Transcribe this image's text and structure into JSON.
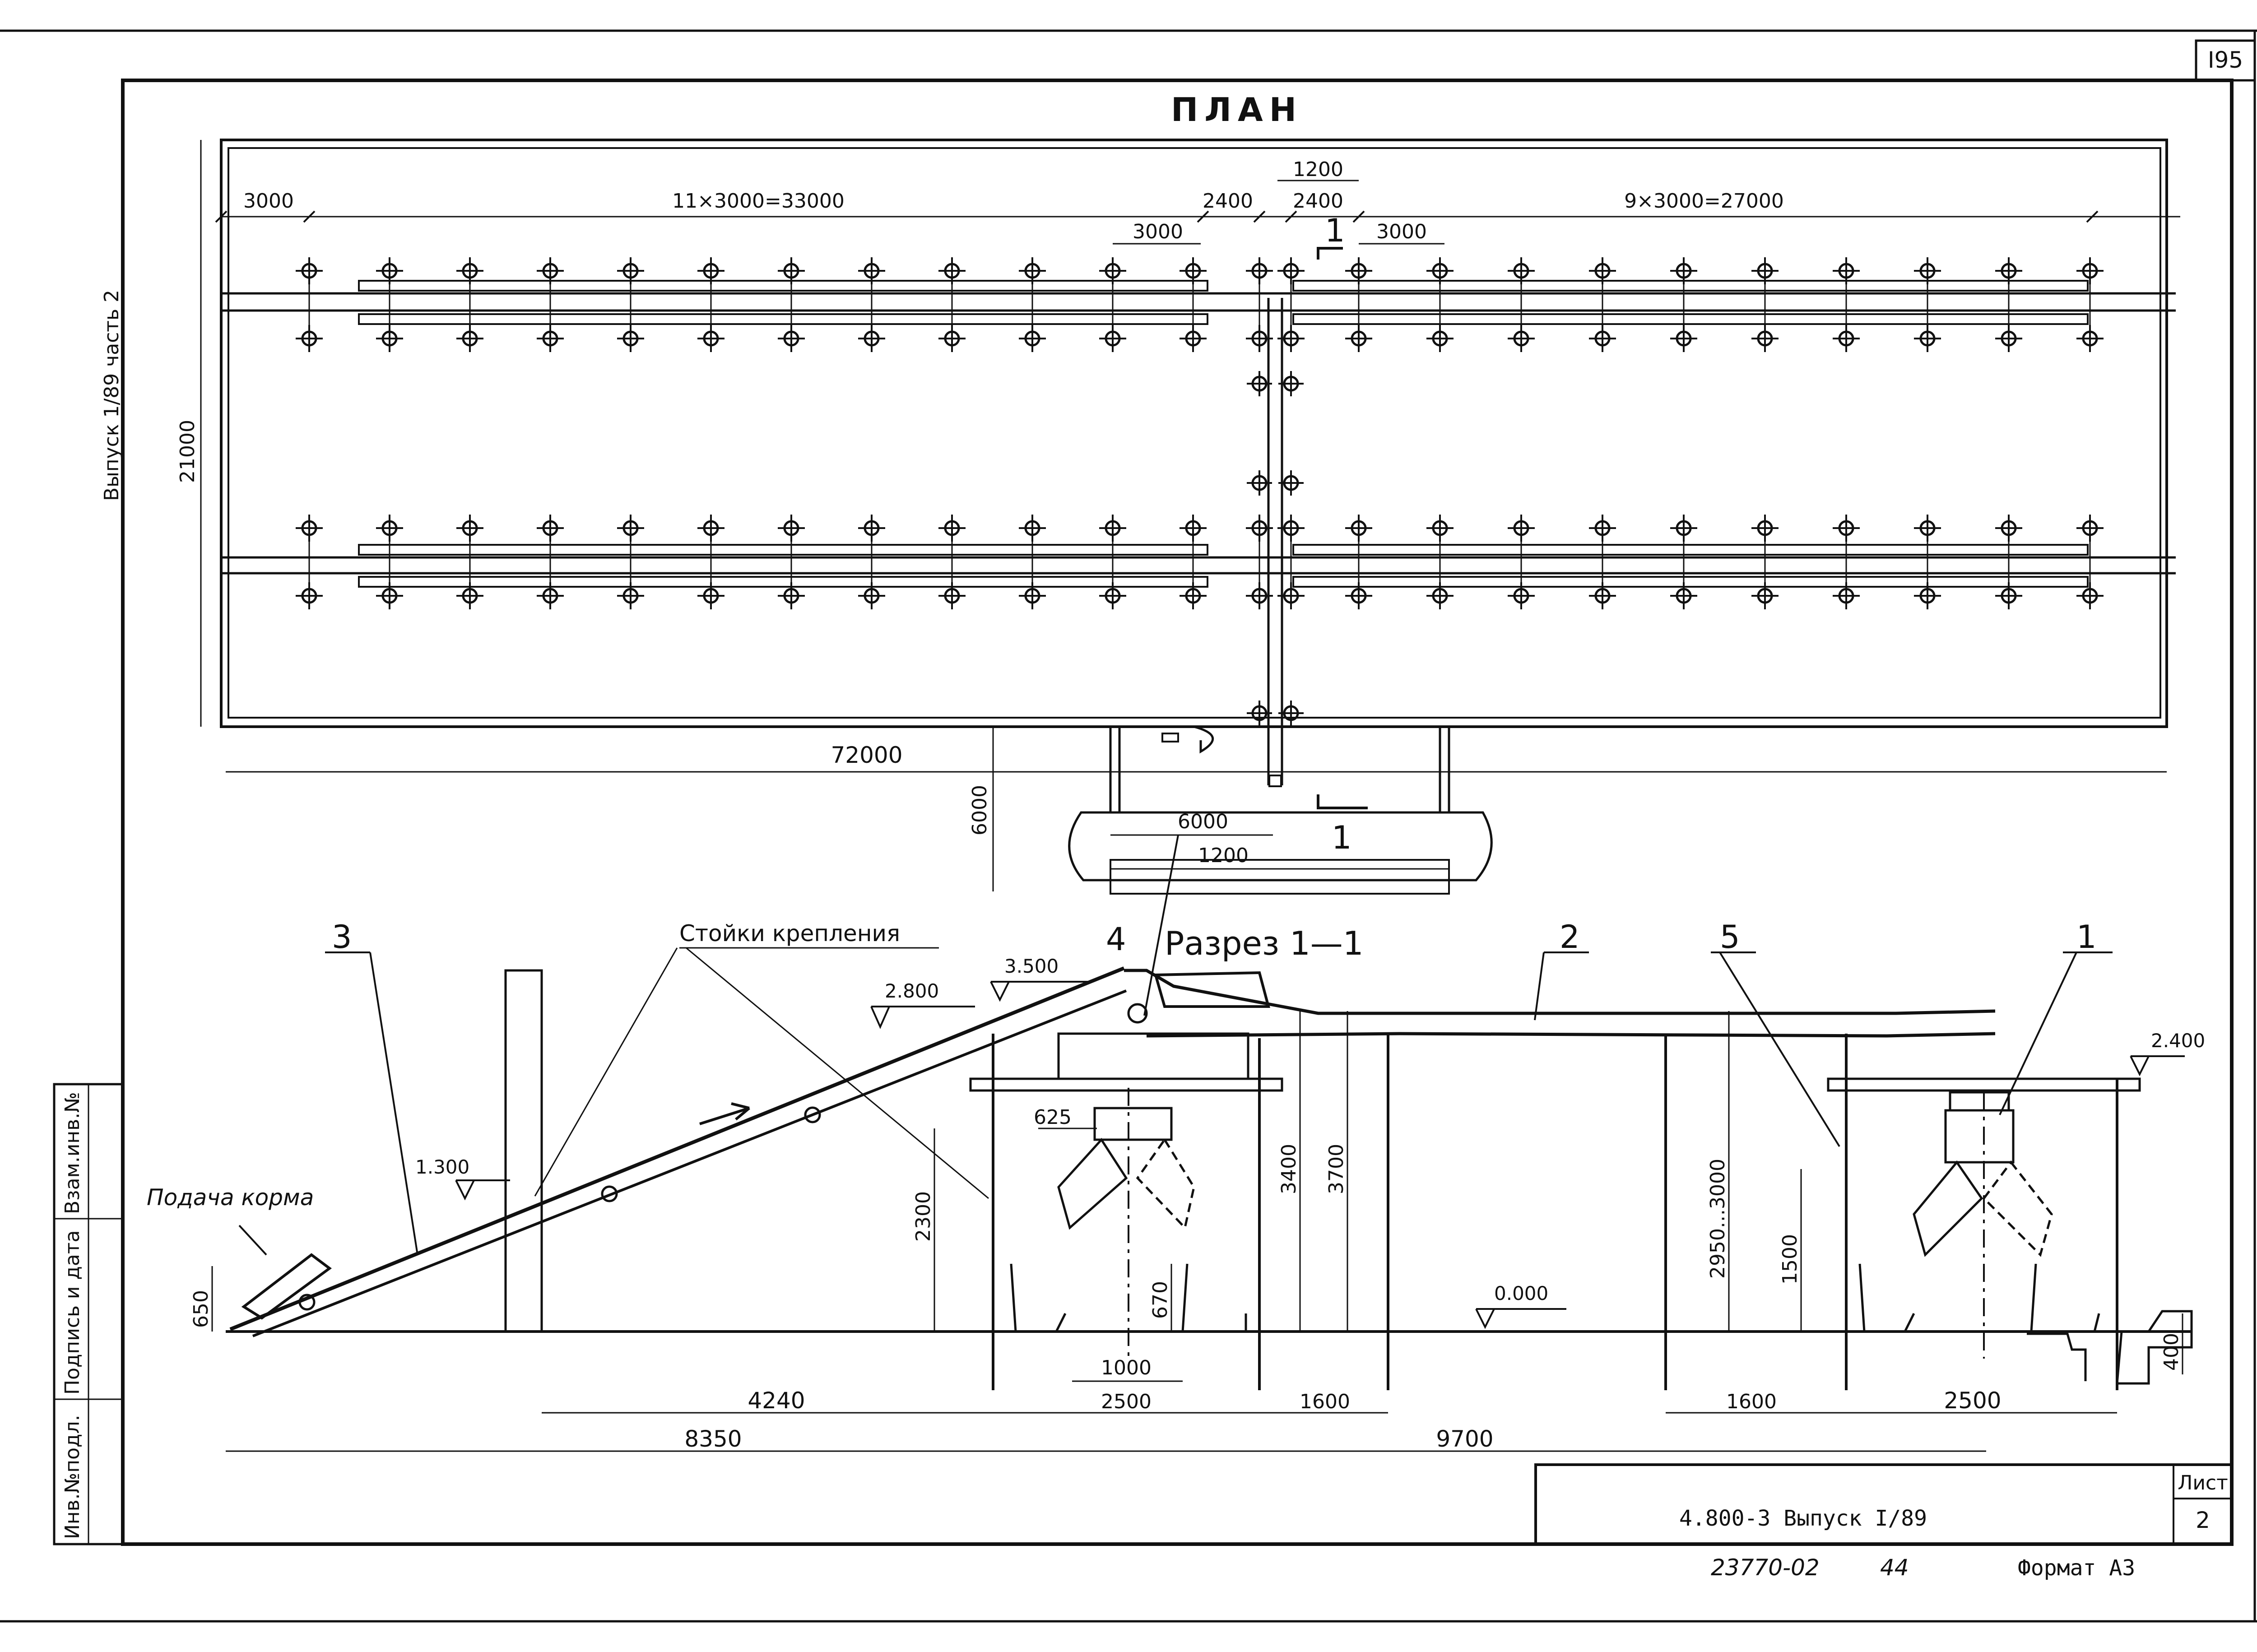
{
  "sheet": {
    "page_number": "I95",
    "sheet_label": "Лист",
    "sheet_number": "2"
  },
  "title_block": {
    "designation": "4.800-3   Выпуск I/89",
    "inventory": "23770-02",
    "copy": "44",
    "format": "Формат А3"
  },
  "margin": {
    "issue": "Выпуск  1/89  часть 2",
    "stamp_cells": [
      "Инв.№подл.",
      "Подпись и дата",
      "Взам.инв.№"
    ]
  },
  "plan": {
    "title": "ПЛАН",
    "dims": {
      "first_bay": "3000",
      "left_span": "11×3000=33000",
      "gap_left": "2400",
      "center": "1200",
      "gap_right": "2400",
      "right_span": "9×3000=27000",
      "bay_a": "3000",
      "bay_b": "3000",
      "width": "21000",
      "length": "72000",
      "annex_depth": "6000",
      "annex_width": "6000",
      "annex_inner": "1200"
    },
    "section_mark": "1"
  },
  "section": {
    "title": "Разрез  1—1",
    "labels": {
      "support_posts": "Стойки крепления",
      "feed_supply": "Подача корма"
    },
    "callouts": [
      "1",
      "2",
      "3",
      "4",
      "5"
    ],
    "levels": [
      "2.800",
      "3.500",
      "1.300",
      "0.000",
      "2.400"
    ],
    "dims": {
      "d625": "625",
      "d2300": "2300",
      "d3400": "3400",
      "d3700": "3700",
      "d650_left": "650",
      "d650_feeder": "670",
      "d1000": "1000",
      "d2950": "2950...3000",
      "d1500": "1500",
      "d400": "400",
      "d4240": "4240",
      "d2500_a": "2500",
      "d1600_a": "1600",
      "d1600_b": "1600",
      "d2500_b": "2500",
      "d8350": "8350",
      "d9700": "9700"
    }
  }
}
